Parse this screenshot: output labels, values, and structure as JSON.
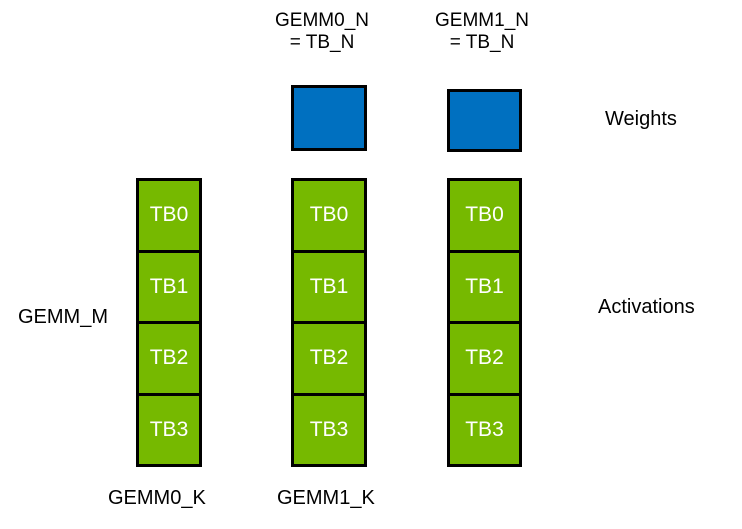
{
  "top_labels": [
    {
      "line1": "GEMM0_N",
      "line2": "= TB_N"
    },
    {
      "line1": "GEMM1_N",
      "line2": "= TB_N"
    }
  ],
  "labels": {
    "weights": "Weights",
    "activations": "Activations",
    "gemm_m": "GEMM_M",
    "gemm0_k": "GEMM0_K",
    "gemm1_k": "GEMM1_K"
  },
  "columns": [
    {
      "blocks": [
        "TB0",
        "TB1",
        "TB2",
        "TB3"
      ]
    },
    {
      "blocks": [
        "TB0",
        "TB1",
        "TB2",
        "TB3"
      ]
    },
    {
      "blocks": [
        "TB0",
        "TB1",
        "TB2",
        "TB3"
      ]
    }
  ],
  "colors": {
    "activation_green": "#76B900",
    "weight_blue": "#0070C0",
    "outline": "#000000",
    "label_text": "#000000",
    "block_text": "#FFFFFF",
    "background": "#FFFFFF"
  }
}
